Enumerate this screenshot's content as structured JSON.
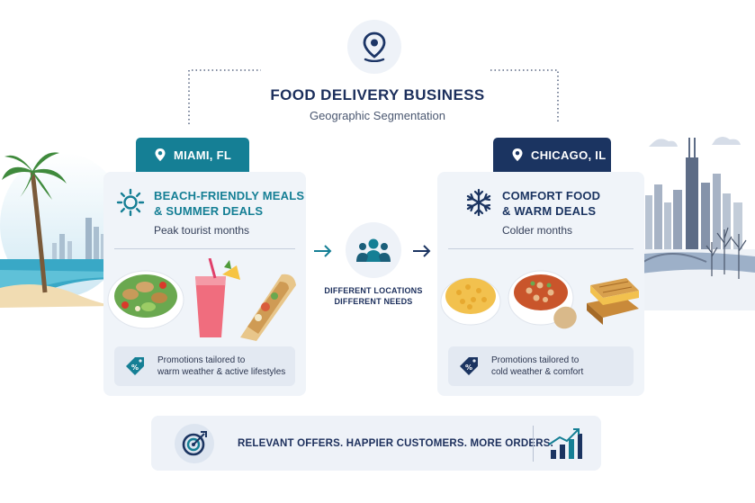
{
  "header": {
    "title": "FOOD DELIVERY BUSINESS",
    "subtitle": "Geographic Segmentation"
  },
  "miami": {
    "location": "MIAMI, FL",
    "title_line1": "BEACH-FRIENDLY MEALS",
    "title_line2": "& SUMMER DEALS",
    "subtitle": "Peak tourist months",
    "promo_line1": "Promotions tailored to",
    "promo_line2": "warm weather & active lifestyles",
    "accent": "#157f95"
  },
  "chicago": {
    "location": "CHICAGO, IL",
    "title_line1": "COMFORT FOOD",
    "title_line2": "& WARM DEALS",
    "subtitle": "Colder months",
    "promo_line1": "Promotions tailored to",
    "promo_line2": "cold weather & comfort",
    "accent": "#1b3461"
  },
  "center": {
    "line1": "DIFFERENT LOCATIONS",
    "line2": "DIFFERENT NEEDS"
  },
  "banner": {
    "text": "RELEVANT OFFERS. HAPPIER CUSTOMERS. MORE ORDERS."
  },
  "icons": {
    "header": "location-pin-icon",
    "miami_tab": "location-pin-icon",
    "chicago_tab": "location-pin-icon",
    "miami_card": "sun-icon",
    "chicago_card": "snowflake-icon",
    "center": "people-group-icon",
    "promo": "price-tag-icon",
    "banner_left": "target-icon",
    "banner_right": "growth-chart-icon"
  }
}
